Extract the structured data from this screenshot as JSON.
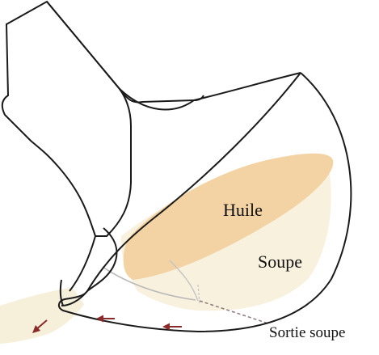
{
  "labels": {
    "oil": "Huile",
    "soup": "Soupe",
    "soup_outlet": "Sortie soupe"
  },
  "colors": {
    "outline": "#1a1a1a",
    "oil": "#f3d3a4",
    "soup": "#f8f1de",
    "soup_stream": "#f6efd9",
    "arrow": "#8b2a2a",
    "guide_line": "#b9b9b9",
    "leader_line": "#8a7a7a"
  },
  "icons": {
    "flow_arrow": "left-arrow-icon"
  }
}
